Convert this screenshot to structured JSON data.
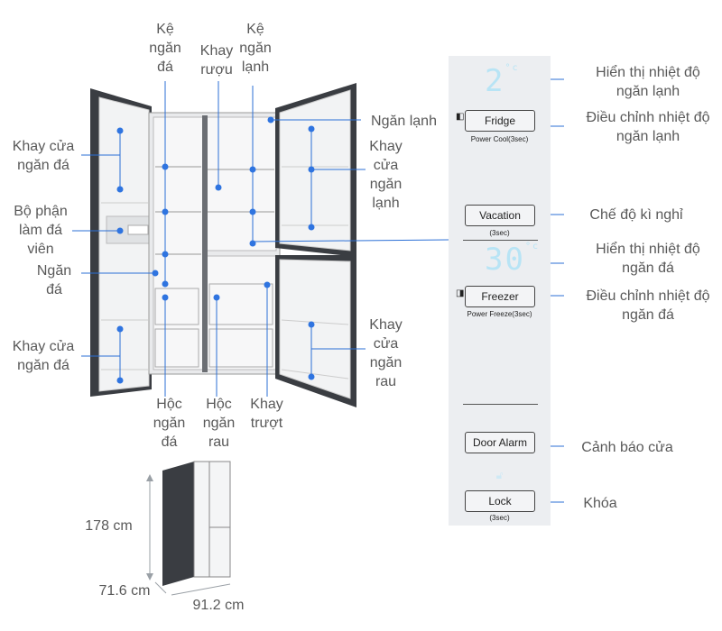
{
  "colors": {
    "leader_line": "#2b6fd6",
    "dot": "#2f74e0",
    "panel": "#eceef1",
    "display": "#b8e4f5"
  },
  "fridge_labels": {
    "left_door_top": "Khay cửa\nngăn đá",
    "ice_maker": "Bộ phận\nlàm đá\nviên",
    "freezer": "Ngăn\nđá",
    "left_door_bottom": "Khay cửa\nngăn đá",
    "freezer_shelf": "Kệ\nngăn\nđá",
    "wine_rack": "Khay\nrượu",
    "fridge_shelf": "Kệ\nngăn\nlạnh",
    "fridge_compartment": "Ngăn lạnh",
    "fridge_door_tray": "Khay\ncửa\nngăn\nlạnh",
    "veg_door_tray": "Khay\ncửa\nngăn\nrau",
    "freezer_drawer": "Hộc\nngăn\nđá",
    "veg_drawer": "Hộc\nngăn\nrau",
    "slide_tray": "Khay\ntrượt"
  },
  "dimensions": {
    "height": "178 cm",
    "depth": "71.6 cm",
    "width": "91.2 cm"
  },
  "control_panel": {
    "fridge_temp": "2",
    "fridge_temp_unit": "°c",
    "freezer_temp": "30",
    "freezer_temp_unit": "°c",
    "buttons": [
      {
        "label": "Fridge",
        "sub": "Power Cool(3sec)",
        "icon": "fridge-icon"
      },
      {
        "label": "Vacation",
        "sub": "(3sec)"
      },
      {
        "label": "Freezer",
        "sub": "Power Freeze(3sec)",
        "icon": "freezer-icon"
      },
      {
        "label": "Door Alarm",
        "sub": ""
      },
      {
        "label": "Lock",
        "sub": "(3sec)",
        "icon": "lock-icon"
      }
    ]
  },
  "panel_labels": {
    "fridge_display": "Hiển thị nhiệt độ\nngăn lạnh",
    "fridge_adjust": "Điều chỉnh nhiệt độ\nngăn lạnh",
    "vacation": "Chế độ kì nghỉ",
    "freezer_display": "Hiển thị nhiệt độ\nngăn đá",
    "freezer_adjust": "Điều chỉnh nhiệt độ\nngăn đá",
    "door_alarm": "Cảnh báo cửa",
    "lock": "Khóa"
  }
}
